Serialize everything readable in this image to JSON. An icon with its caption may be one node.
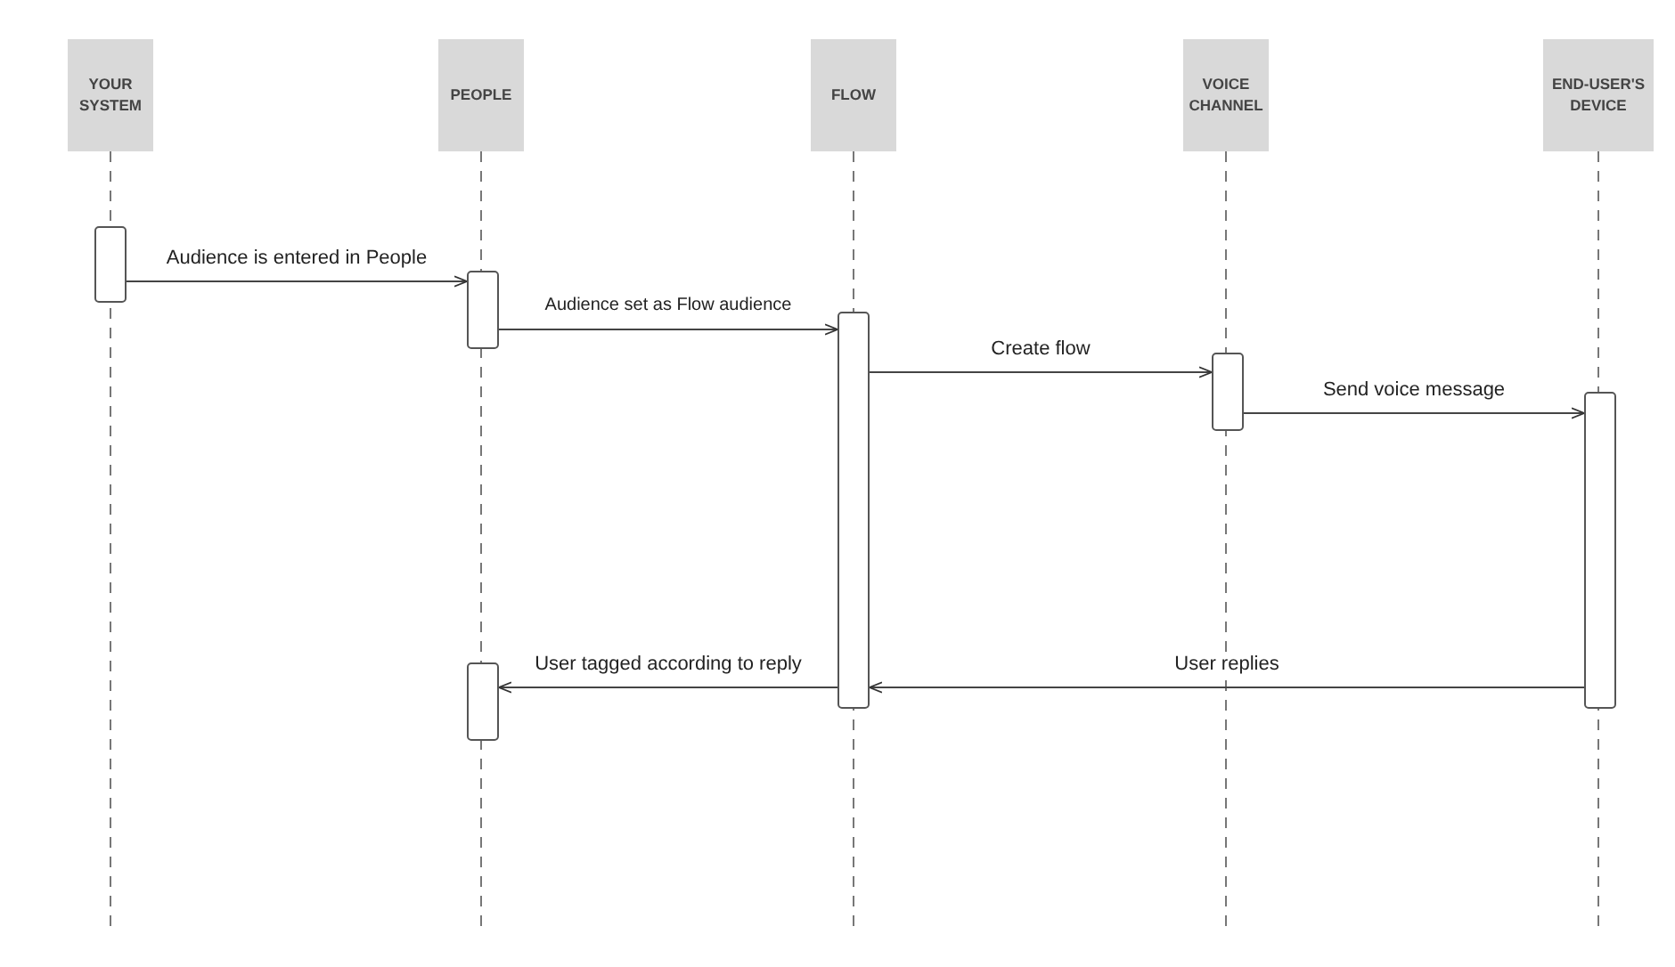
{
  "diagram": {
    "nodes": [
      {
        "text": [
          "YOUR SYSTEM"
        ]
      },
      {
        "text": [
          "PEOPLE"
        ]
      },
      {
        "text": [
          "FLOW"
        ]
      },
      {
        "text": [
          "VOICE CHANNEL"
        ]
      },
      {
        "text": [
          "END-USER'S DEVICE"
        ]
      },
      {
        "text": [],
        "shape": "bar"
      },
      {
        "text": [],
        "shape": "bar"
      },
      {
        "text": [],
        "shape": "bar"
      },
      {
        "text": [],
        "shape": "bar"
      },
      {
        "text": [],
        "shape": "bar"
      },
      {
        "text": [],
        "shape": "bar"
      }
    ],
    "edges": [
      {
        "from": 5,
        "to": 6,
        "arrow": "to",
        "label": "Audience is entered in People"
      },
      {
        "from": 6,
        "to": 7,
        "arrow": "to",
        "label": "Audience set as Flow audience"
      },
      {
        "from": 7,
        "to": 8,
        "arrow": "to",
        "label": "Create flow"
      },
      {
        "from": 8,
        "to": 9,
        "arrow": "to",
        "label": "Send voice message"
      },
      {
        "from": 9,
        "to": 7,
        "arrow": "to",
        "label": "User replies"
      },
      {
        "from": 7,
        "to": 10,
        "arrow": "to",
        "label": "User tagged according to reply"
      }
    ]
  }
}
